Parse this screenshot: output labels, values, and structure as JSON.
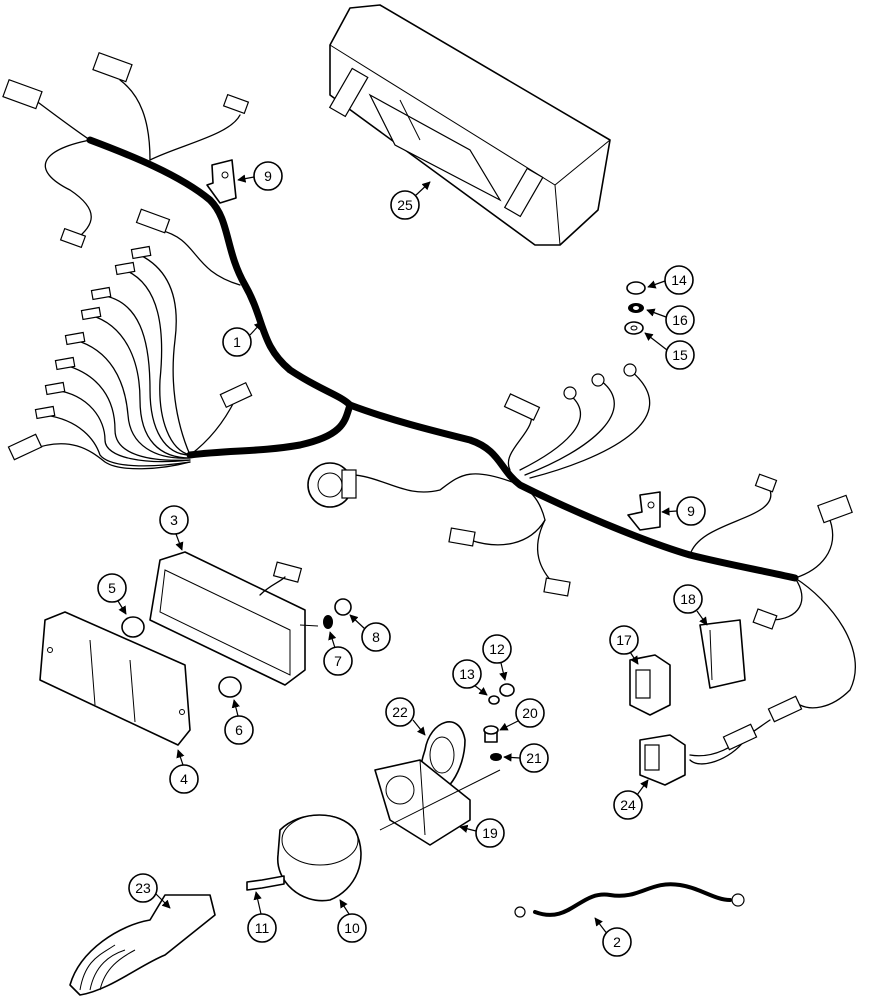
{
  "callouts": {
    "c1": "1",
    "c2": "2",
    "c3": "3",
    "c4": "4",
    "c5": "5",
    "c6": "6",
    "c7": "7",
    "c8": "8",
    "c9a": "9",
    "c9b": "9",
    "c10": "10",
    "c11": "11",
    "c12": "12",
    "c13": "13",
    "c14": "14",
    "c15": "15",
    "c16": "16",
    "c17": "17",
    "c18": "18",
    "c19": "19",
    "c20": "20",
    "c21": "21",
    "c22": "22",
    "c23": "23",
    "c24": "24",
    "c25": "25"
  }
}
